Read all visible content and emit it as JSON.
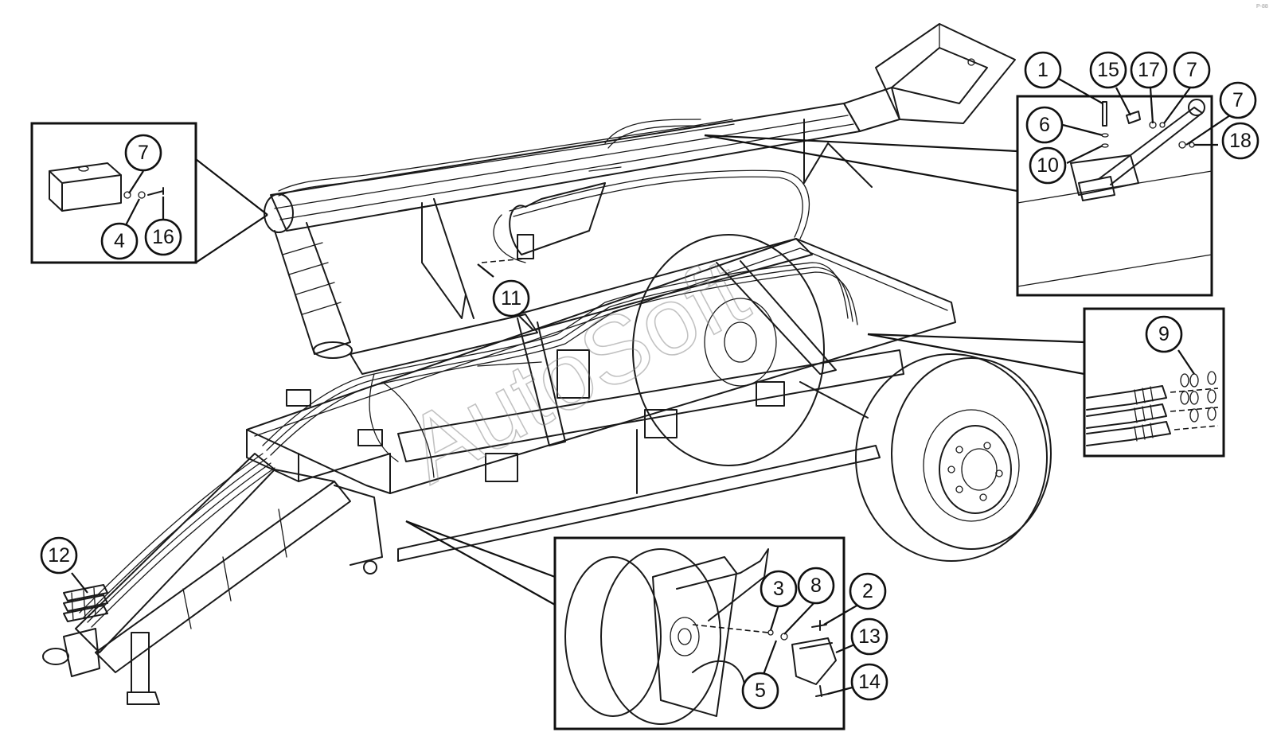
{
  "watermark": "AutoSoft",
  "corner_mark": "P-88",
  "callouts": [
    {
      "id": "c1",
      "label": "1"
    },
    {
      "id": "c15",
      "label": "15"
    },
    {
      "id": "c17",
      "label": "17"
    },
    {
      "id": "c7a",
      "label": "7"
    },
    {
      "id": "c7b",
      "label": "7"
    },
    {
      "id": "c6",
      "label": "6"
    },
    {
      "id": "c18",
      "label": "18"
    },
    {
      "id": "c10",
      "label": "10"
    },
    {
      "id": "c7c",
      "label": "7"
    },
    {
      "id": "c4",
      "label": "4"
    },
    {
      "id": "c16",
      "label": "16"
    },
    {
      "id": "c11",
      "label": "11"
    },
    {
      "id": "c9",
      "label": "9"
    },
    {
      "id": "c12",
      "label": "12"
    },
    {
      "id": "c3",
      "label": "3"
    },
    {
      "id": "c8",
      "label": "8"
    },
    {
      "id": "c2",
      "label": "2"
    },
    {
      "id": "c13",
      "label": "13"
    },
    {
      "id": "c5",
      "label": "5"
    },
    {
      "id": "c14",
      "label": "14"
    }
  ]
}
